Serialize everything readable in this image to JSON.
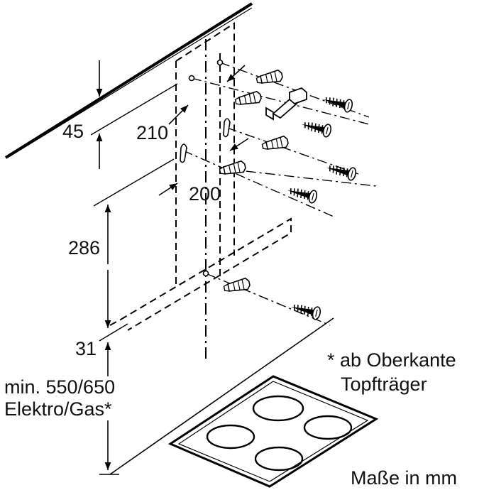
{
  "dimensions": {
    "d45": "45",
    "d210": "210",
    "d200": "200",
    "d286": "286",
    "d31": "31",
    "min_line1": "min. 550/650",
    "min_line2": "Elektro/Gas*"
  },
  "notes": {
    "footnote_line1": "* ab Oberkante",
    "footnote_line2": "Topfträger",
    "units": "Maße in mm"
  },
  "icons": {
    "arrow": "arrow-icon",
    "wall_plug": "wall-plug-icon",
    "screw": "screw-icon",
    "bracket": "mounting-bracket-icon",
    "burner": "burner-icon"
  }
}
